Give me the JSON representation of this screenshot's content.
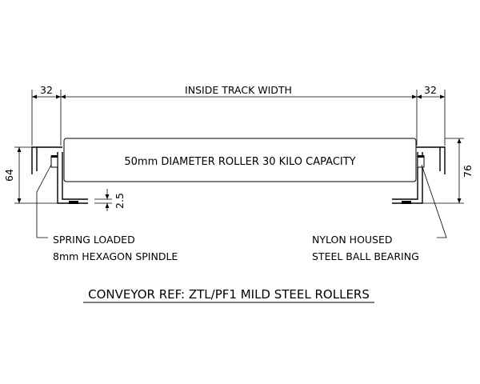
{
  "drawing": {
    "dim_left_offset": "32",
    "dim_right_offset": "32",
    "dim_track_width": "INSIDE TRACK WIDTH",
    "dim_left_height": "64",
    "dim_right_height": "76",
    "dim_gap": "2.5",
    "roller_label": "50mm DIAMETER ROLLER 30 KILO CAPACITY",
    "note_left_line1": "SPRING LOADED",
    "note_left_line2": "8mm HEXAGON SPINDLE",
    "note_right_line1": "NYLON HOUSED",
    "note_right_line2": "STEEL BALL BEARING",
    "title": "CONVEYOR REF: ZTL/PF1 MILD STEEL ROLLERS"
  }
}
